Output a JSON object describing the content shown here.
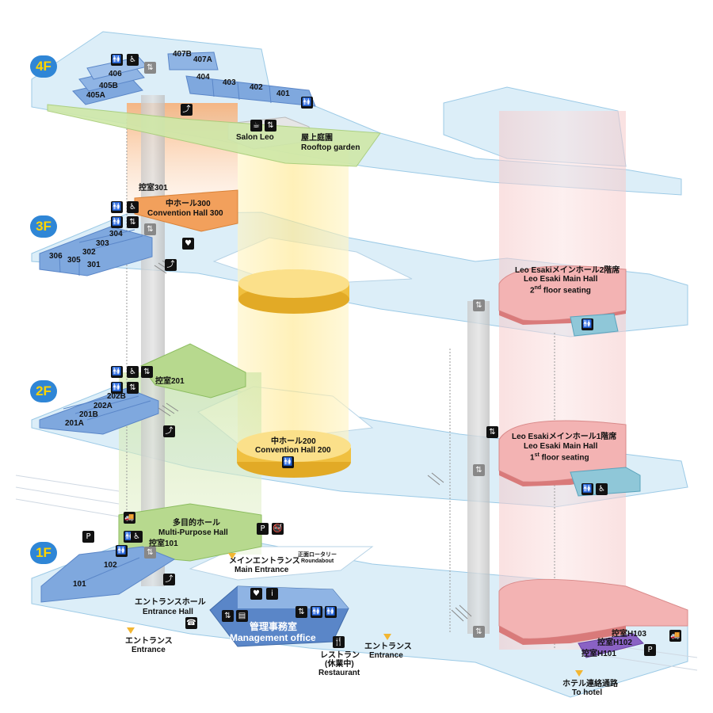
{
  "floors": {
    "f4": "4F",
    "f3": "3F",
    "f2": "2F",
    "f1": "1F"
  },
  "rooms_4f": {
    "r407b": "407B",
    "r407a": "407A",
    "r406": "406",
    "r405b": "405B",
    "r405a": "405A",
    "r404": "404",
    "r403": "403",
    "r402": "402",
    "r401": "401"
  },
  "places_4f": {
    "salon": "Salon Leo",
    "garden_jp": "屋上庭園",
    "garden_en": "Rooftop garden"
  },
  "rooms_3f": {
    "r304": "304",
    "r303": "303",
    "r302": "302",
    "r306": "306",
    "r305": "305",
    "r301": "301"
  },
  "places_3f": {
    "hikae301": "控室301",
    "hall300_jp": "中ホール300",
    "hall300_en": "Convention Hall 300"
  },
  "main_hall_2f_seating": {
    "jp": "Leo Esakiメインホール2階席",
    "en": "Leo Esaki Main Hall",
    "sub_pre": "2",
    "sub_sup": "nd",
    "sub_post": " floor seating"
  },
  "rooms_2f": {
    "r202b": "202B",
    "r202a": "202A",
    "r201b": "201B",
    "r201a": "201A"
  },
  "places_2f": {
    "hikae201": "控室201",
    "hall200_jp": "中ホール200",
    "hall200_en": "Convention Hall 200"
  },
  "main_hall_1f_seating": {
    "jp": "Leo Esakiメインホール1階席",
    "en": "Leo Esaki Main Hall",
    "sub_pre": "1",
    "sub_sup": "st",
    "sub_post": " floor seating"
  },
  "places_1f": {
    "mp_jp": "多目的ホール",
    "mp_en": "Multi-Purpose Hall",
    "hikae101": "控室101",
    "r102": "102",
    "r101": "101",
    "main_ent_jp": "メインエントランス",
    "main_ent_en": "Main Entrance",
    "roundabout_jp": "正面ロータリー",
    "roundabout_en": "Roundabout",
    "ent_hall_jp": "エントランスホール",
    "ent_hall_en": "Entrance Hall",
    "ent_left_jp": "エントランス",
    "ent_left_en": "Entrance",
    "ent_right_jp": "エントランス",
    "ent_right_en": "Entrance",
    "mgmt_jp": "管理事務室",
    "mgmt_en": "Management office",
    "rest_jp": "レストラン",
    "rest_status": "(休業中)",
    "rest_en": "Restaurant",
    "h103": "控室H103",
    "h102": "控室H102",
    "h101": "控室H101",
    "hotel_jp": "ホテル連絡通路",
    "hotel_en": "To hotel",
    "parking": "P"
  },
  "icons": {
    "restroom": "restroom-icon",
    "wheelchair": "wheelchair-icon",
    "elevator": "elevator-icon",
    "escalator": "escalator-icon",
    "aed": "aed-icon",
    "phone": "phone-icon",
    "smoking": "smoking-icon",
    "parking": "parking-icon",
    "truck": "truck-icon"
  },
  "colors": {
    "floor": "#dceef8",
    "floor_edge": "#9ccae6",
    "room": "#7fa8de",
    "room_dark": "#5a86c8",
    "hall300": "#f2a05c",
    "hall200": "#f4c040",
    "main_hall": "#e88a8a",
    "garden": "#cfe8a8",
    "mp_hall": "#b7d98e",
    "badge": "#2f86d6",
    "badge_text": "#ffd400",
    "mgmt": "#4f7fc0"
  }
}
